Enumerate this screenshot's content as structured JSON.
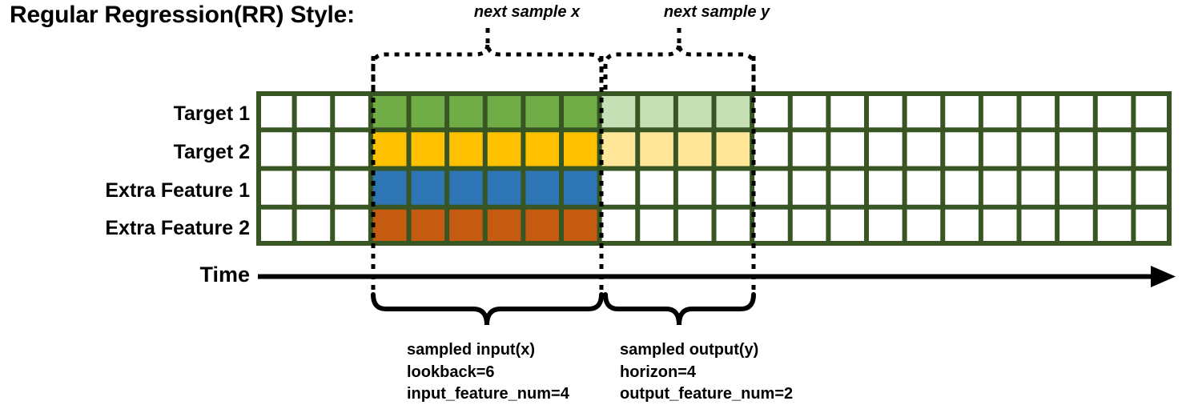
{
  "title": "Regular Regression(RR) Style:",
  "axis": {
    "time_label": "Time",
    "arrow_icon": "right-arrow-icon"
  },
  "rows": [
    {
      "label": "Target 1",
      "color": "#70AD47",
      "faded_color": "#C5E0B4",
      "has_output": true
    },
    {
      "label": "Target 2",
      "color": "#FFC000",
      "faded_color": "#FFE699",
      "has_output": true
    },
    {
      "label": "Extra Feature 1",
      "color": "#2E75B6",
      "faded_color": "#FFFFFF",
      "has_output": false
    },
    {
      "label": "Extra Feature 2",
      "color": "#C55A11",
      "faded_color": "#FFFFFF",
      "has_output": false
    }
  ],
  "grid": {
    "columns": 24,
    "rows": 4,
    "border_color": "#375623",
    "cell_color": "#FFFFFF",
    "input_start_col": 3,
    "input_col_count": 6,
    "output_start_col": 9,
    "output_col_count": 4
  },
  "annotations": {
    "top": [
      {
        "text": "next sample x",
        "name": "next-sample-x-label"
      },
      {
        "text": "next sample y",
        "name": "next-sample-y-label"
      }
    ],
    "bottom": [
      {
        "name": "sampled-input-annotation",
        "lines": [
          "sampled input(x)",
          "lookback=6",
          "input_feature_num=4"
        ]
      },
      {
        "name": "sampled-output-annotation",
        "lines": [
          "sampled output(y)",
          "horizon=4",
          "output_feature_num=2"
        ]
      }
    ]
  },
  "colors": {
    "grid_border": "#375623",
    "green": "#70AD47",
    "green_light": "#C5E0B4",
    "amber": "#FFC000",
    "amber_light": "#FFE699",
    "blue": "#2E75B6",
    "orange": "#C55A11",
    "ink": "#000000"
  }
}
